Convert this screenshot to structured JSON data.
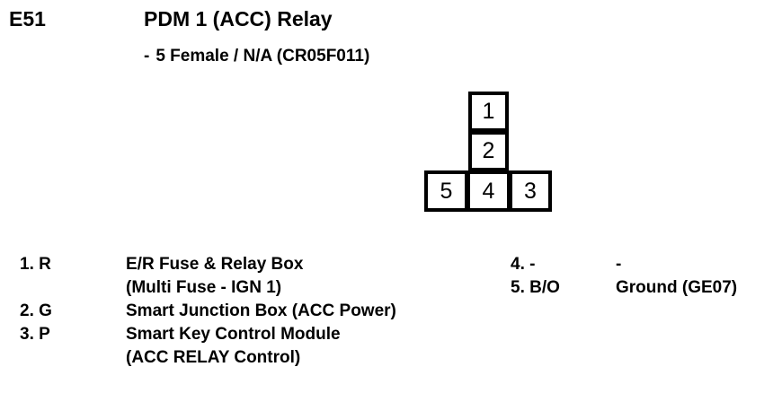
{
  "header": {
    "connector_code": "E51",
    "title": "PDM 1 (ACC) Relay",
    "subtitle_dash": "-",
    "subtitle": "5 Female / N/A (CR05F011)"
  },
  "pin_diagram": {
    "shape": "t-shape",
    "cells": [
      {
        "pin": "1"
      },
      {
        "pin": "2"
      },
      {
        "pin": "5"
      },
      {
        "pin": "4"
      },
      {
        "pin": "3"
      }
    ]
  },
  "legend": {
    "left_column": [
      {
        "label": "1. R",
        "wire_color_code": "R",
        "lines": [
          "E/R Fuse & Relay Box",
          "(Multi Fuse - IGN 1)"
        ]
      },
      {
        "label": "2. G",
        "wire_color_code": "G",
        "lines": [
          "Smart Junction Box (ACC Power)"
        ]
      },
      {
        "label": "3. P",
        "wire_color_code": "P",
        "lines": [
          "Smart Key Control Module",
          "(ACC RELAY Control)"
        ]
      }
    ],
    "right_column": [
      {
        "label": "4. -",
        "wire_color_code": "-",
        "lines": [
          "-"
        ]
      },
      {
        "label": "5. B/O",
        "wire_color_code": "B/O",
        "lines": [
          "Ground (GE07)"
        ]
      }
    ]
  },
  "colors": {
    "ink": "#000000",
    "background": "#ffffff"
  }
}
